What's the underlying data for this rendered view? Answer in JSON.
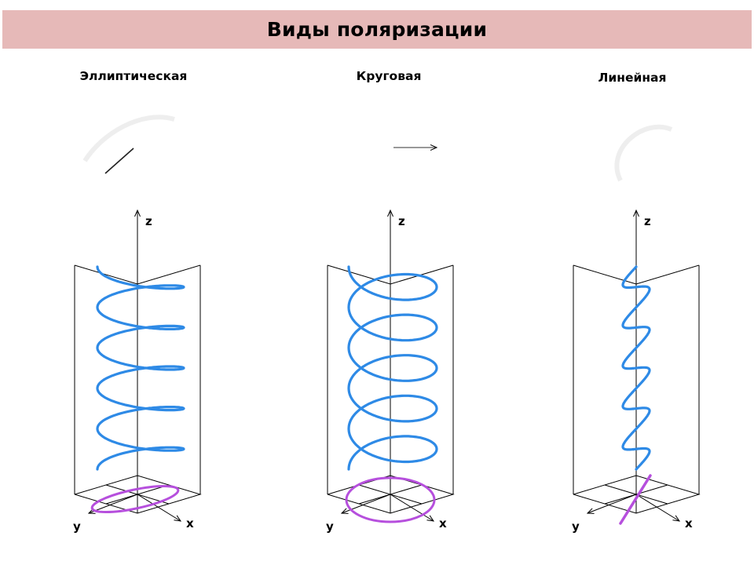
{
  "header": {
    "title": "Виды поляризации",
    "background": "#e6b9b8"
  },
  "panels": [
    {
      "id": "elliptical",
      "title": "Эллиптическая",
      "axes": {
        "z": "z",
        "y": "y",
        "x": "x"
      },
      "wave_color": "#2e8ae6",
      "projection_color": "#b64fdd"
    },
    {
      "id": "circular",
      "title": "Круговая",
      "axes": {
        "z": "z",
        "y": "y",
        "x": "x"
      },
      "wave_color": "#2e8ae6",
      "projection_color": "#b64fdd"
    },
    {
      "id": "linear",
      "title": "Линейная",
      "axes": {
        "z": "z",
        "y": "y",
        "x": "x"
      },
      "wave_color": "#2e8ae6",
      "projection_color": "#b64fdd"
    }
  ]
}
